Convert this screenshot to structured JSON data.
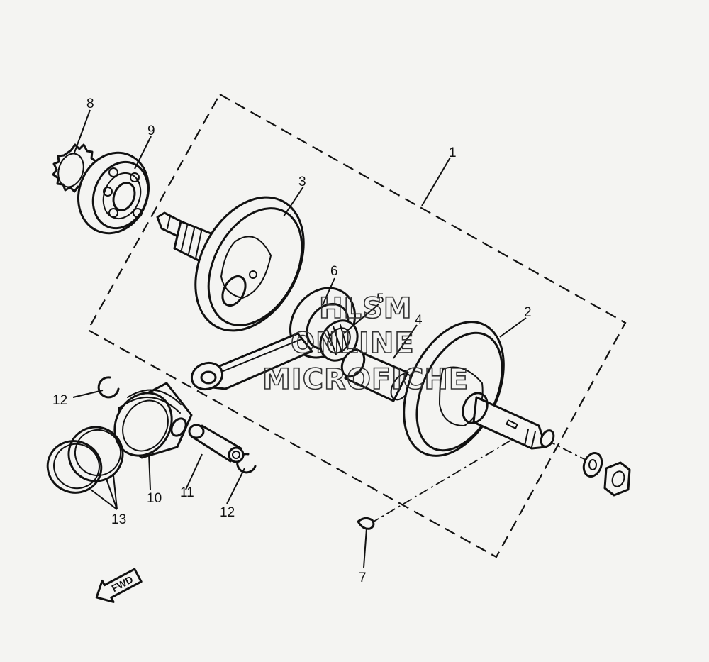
{
  "labels": {
    "p1": "1",
    "p2": "2",
    "p3": "3",
    "p4": "4",
    "p5": "5",
    "p6": "6",
    "p7": "7",
    "p8": "8",
    "p9": "9",
    "p10": "10",
    "p11": "11",
    "p12a": "12",
    "p12b": "12",
    "p13": "13"
  },
  "watermark": {
    "line1": "HLSM",
    "line2": "ONLINE",
    "line3": "MICROFICHE"
  },
  "direction_arrow": {
    "text": "FWD",
    "icon": "fwd-arrow-icon"
  },
  "colors": {
    "ink": "#111111",
    "paper": "#f4f4f2"
  }
}
